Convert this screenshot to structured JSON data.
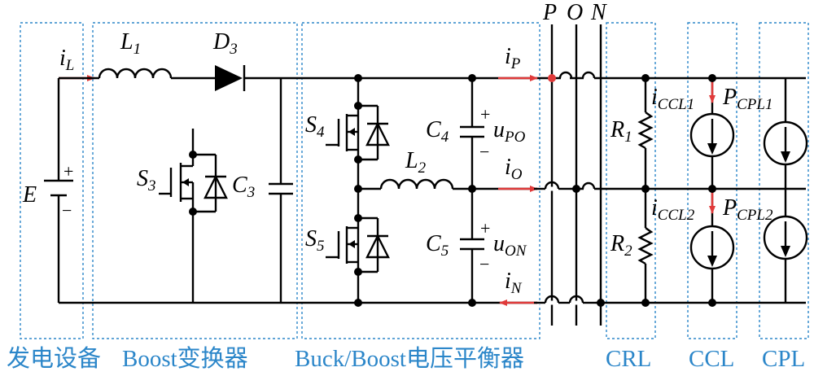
{
  "colors": {
    "wire": "#000000",
    "block_border": "#2b86c9",
    "caption": "#2b86c9",
    "current_arrow": "#e03a3a"
  },
  "blocks": [
    {
      "key": "source",
      "caption": "发电设备"
    },
    {
      "key": "boost",
      "caption": "Boost变换器"
    },
    {
      "key": "balancer",
      "caption": "Buck/Boost电压平衡器"
    },
    {
      "key": "crl",
      "caption": "CRL"
    },
    {
      "key": "ccl",
      "caption": "CCL"
    },
    {
      "key": "cpl",
      "caption": "CPL"
    }
  ],
  "rails": {
    "P": "P",
    "O": "O",
    "N": "N"
  },
  "components": {
    "source": {
      "main": "E",
      "plus": "+",
      "minus": "−"
    },
    "L1": {
      "main": "L",
      "sub": "1"
    },
    "D3": {
      "main": "D",
      "sub": "3"
    },
    "S3": {
      "main": "S",
      "sub": "3"
    },
    "C3": {
      "main": "C",
      "sub": "3"
    },
    "S4": {
      "main": "S",
      "sub": "4"
    },
    "S5": {
      "main": "S",
      "sub": "5"
    },
    "L2": {
      "main": "L",
      "sub": "2"
    },
    "C4": {
      "main": "C",
      "sub": "4",
      "plus": "+",
      "minus": "−"
    },
    "C5": {
      "main": "C",
      "sub": "5",
      "plus": "+",
      "minus": "−"
    },
    "R1": {
      "main": "R",
      "sub": "1"
    },
    "R2": {
      "main": "R",
      "sub": "2"
    }
  },
  "signals": {
    "iL": {
      "main": "i",
      "sub": "L"
    },
    "iP": {
      "main": "i",
      "sub": "P"
    },
    "iO": {
      "main": "i",
      "sub": "O"
    },
    "iN": {
      "main": "i",
      "sub": "N"
    },
    "uPO": {
      "main": "u",
      "sub": "PO"
    },
    "uON": {
      "main": "u",
      "sub": "ON"
    },
    "iCCL1": {
      "main": "i",
      "sub": "CCL1"
    },
    "iCCL2": {
      "main": "i",
      "sub": "CCL2"
    },
    "PCPL1": {
      "main": "P",
      "sub": "CPL1"
    },
    "PCPL2": {
      "main": "P",
      "sub": "CPL2"
    }
  }
}
